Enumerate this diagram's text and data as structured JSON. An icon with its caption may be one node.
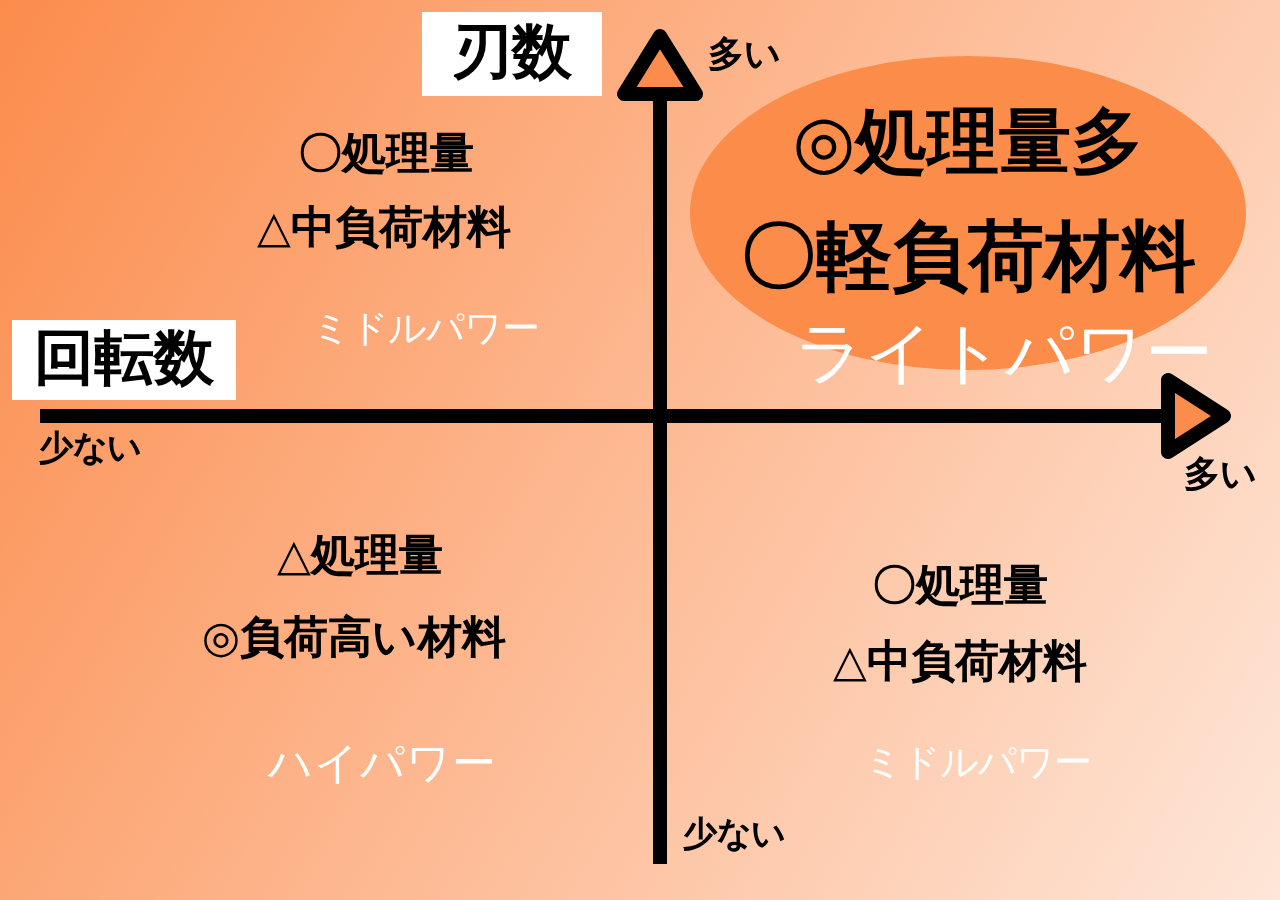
{
  "diagram": {
    "nodes": [
      {
        "text": [
          "刃数"
        ]
      },
      {
        "text": [
          "回転数"
        ]
      },
      {
        "text": [
          "◎処理量多",
          "〇軽負荷材料"
        ]
      }
    ],
    "labels": [
      "多い",
      "〇処理量",
      "△中負荷材料",
      "ミドルパワー",
      "ライトパワー",
      "少ない",
      "多い",
      "△処理量",
      "◎負荷高い材料",
      "〇処理量",
      "△中負荷材料",
      "ハイパワー",
      "ミドルパワー",
      "少ない"
    ]
  }
}
